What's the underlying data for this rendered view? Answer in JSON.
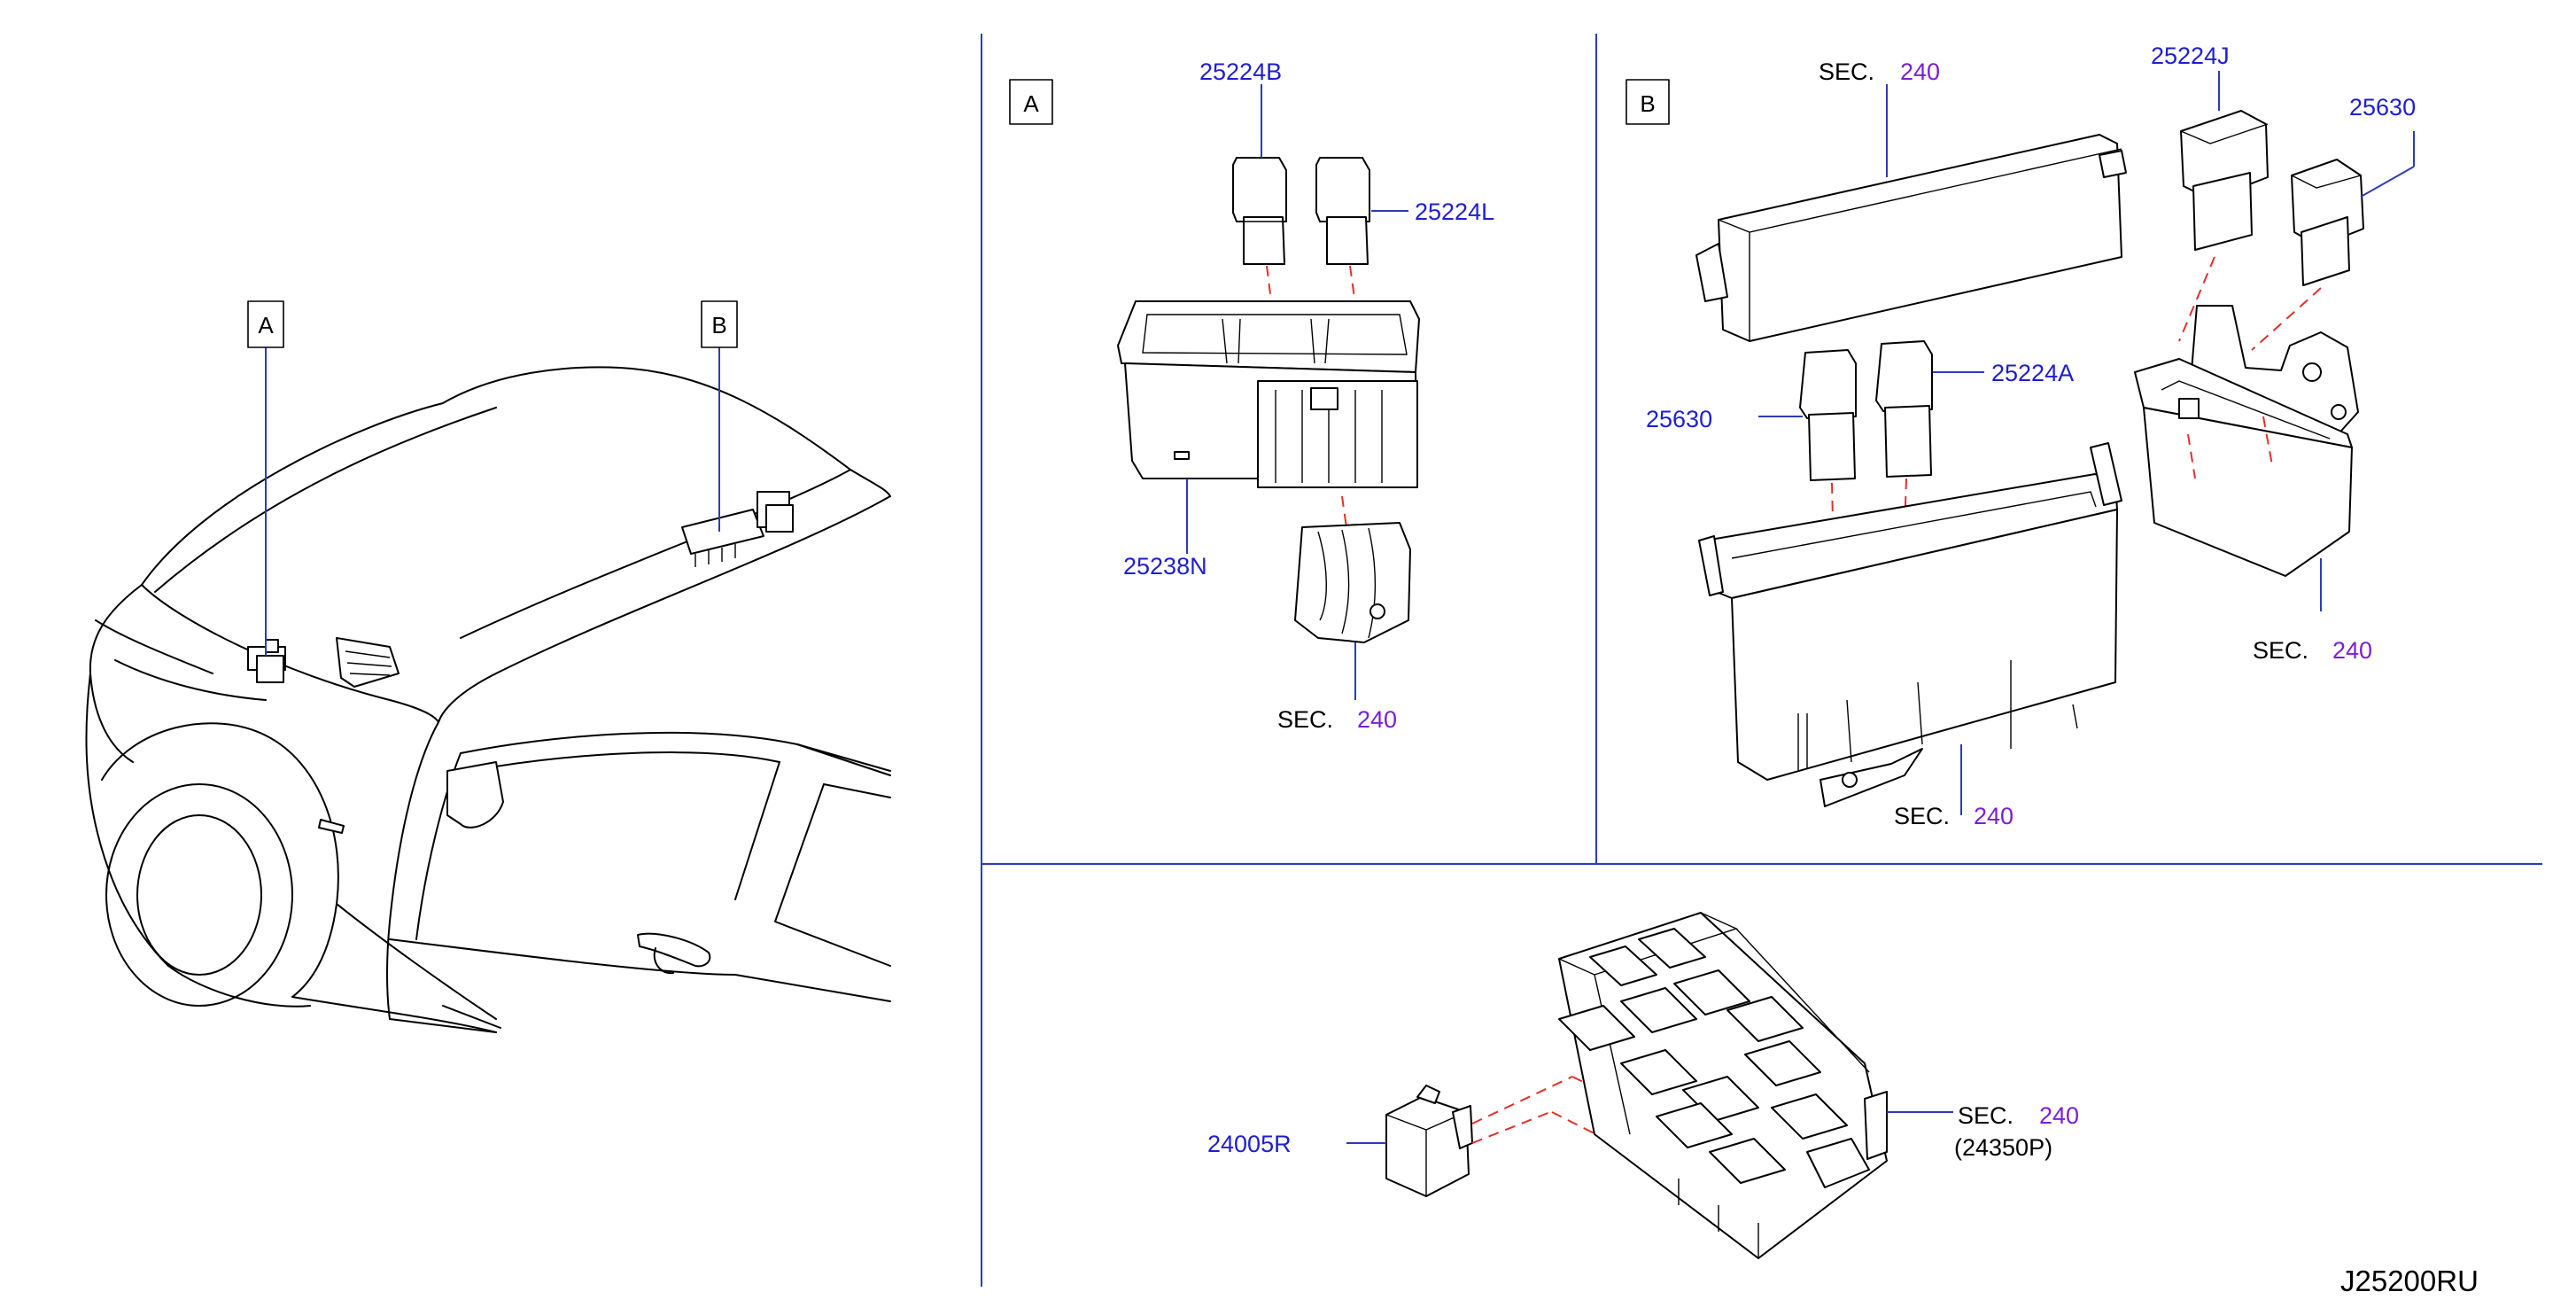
{
  "diagram_code": "J25200RU",
  "callouts": {
    "overview_a": "A",
    "overview_b": "B",
    "panel_a": "A",
    "panel_b": "B"
  },
  "part_numbers": {
    "p25224B": "25224B",
    "p25224L": "25224L",
    "p25238N": "25238N",
    "p25224J": "25224J",
    "p25630_top": "25630",
    "p25224A": "25224A",
    "p25630_mid": "25630",
    "p24005R": "24005R"
  },
  "section_refs": {
    "prefix": "SEC.",
    "number": "240",
    "sub_ref": "(24350P)"
  },
  "colors": {
    "part_number_text": "#1e1ed2",
    "section_number_text": "#7a1fd6",
    "leader_lines": "#2a3cb8",
    "dashed_alignment": "#e0302a"
  }
}
